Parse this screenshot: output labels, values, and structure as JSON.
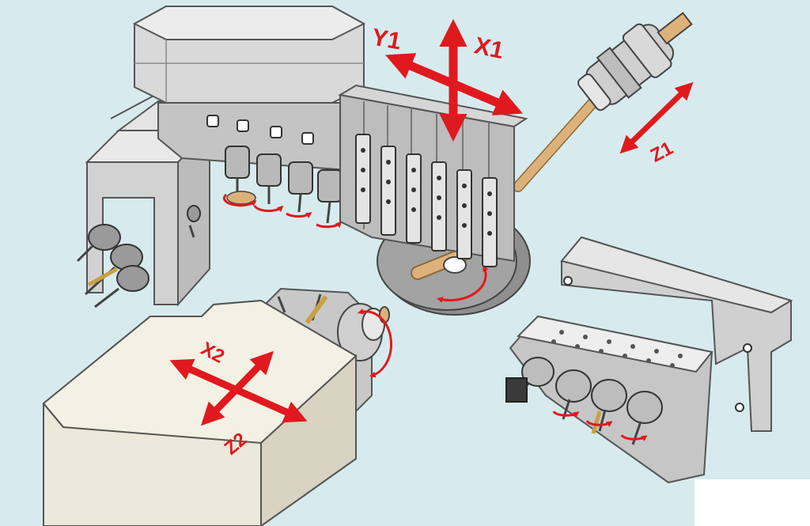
{
  "axis_labels": {
    "y1": "Y1",
    "x1": "X1",
    "z1": "Z1",
    "x2": "X2",
    "z2": "Z2"
  },
  "colors": {
    "background": "#d7ebee",
    "arrow_red": "#e0191e",
    "machine_gray": "#c9c9c9",
    "block_cream": "#ece8da",
    "bar_tan": "#ddb27a"
  },
  "components": [
    "main-spindle-gang-tool-block",
    "guide-bush-bar-feed",
    "sub-spindle-slide",
    "back-tool-post"
  ]
}
